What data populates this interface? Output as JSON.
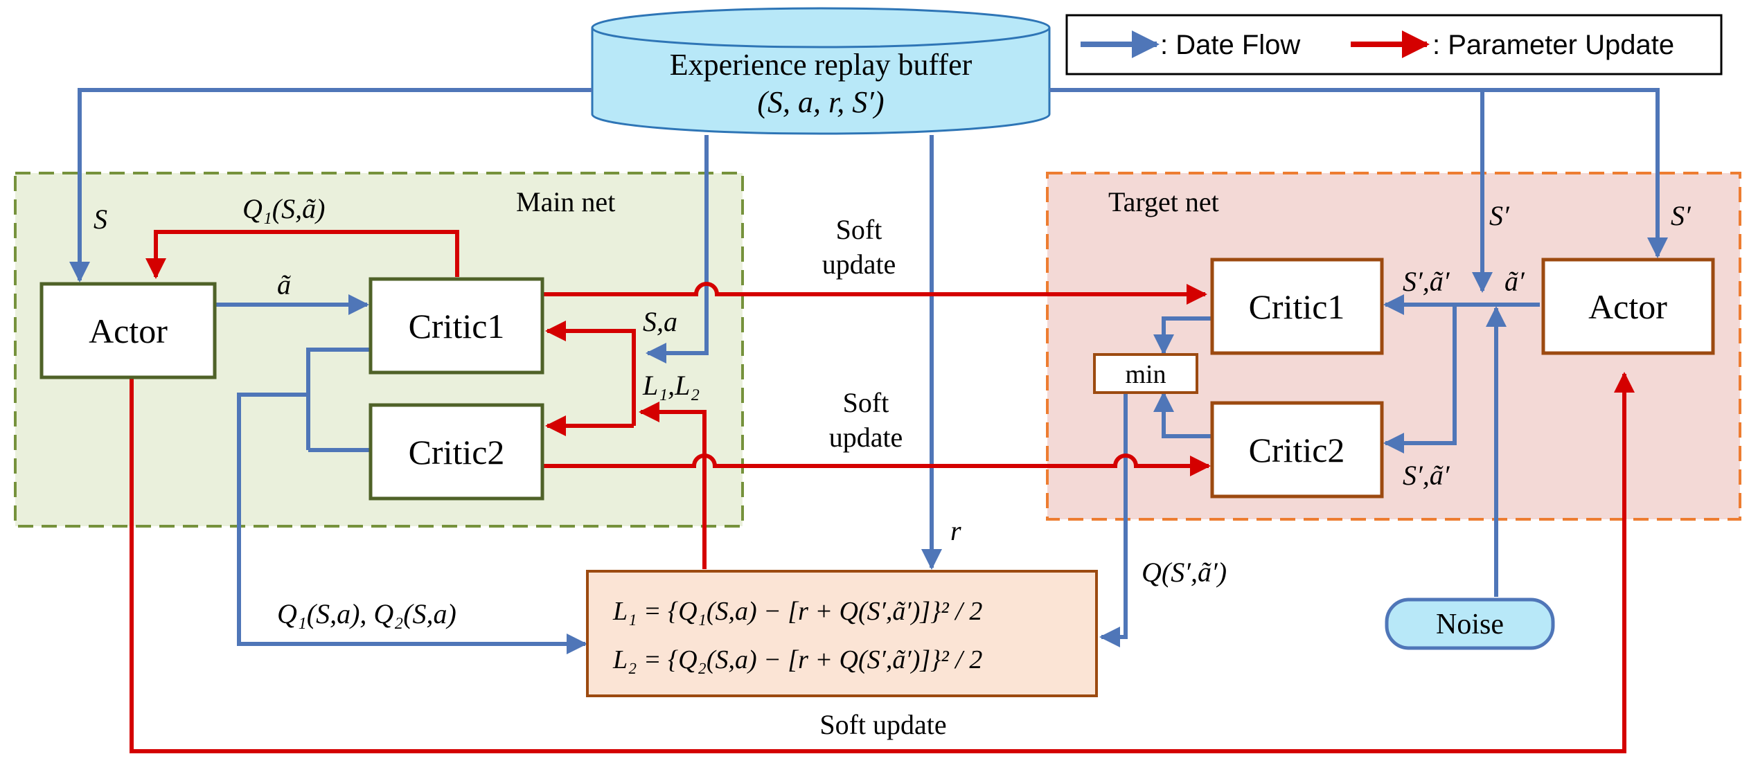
{
  "colors": {
    "data_flow": "#4f76b8",
    "param_update": "#d40000",
    "main_net_bg": "#eaf0dc",
    "main_net_border": "#76923c",
    "target_net_bg": "#f3d9d6",
    "target_net_border": "#ed7d31",
    "main_box_border": "#4f6228",
    "target_box_border": "#9c4a10",
    "buffer_fill": "#b8e8f8",
    "noise_fill": "#b8e8f8",
    "loss_fill": "#fbe4d5"
  },
  "legend": {
    "data_flow": ": Date Flow",
    "param_update": ": Parameter Update"
  },
  "buffer": {
    "line1": "Experience replay buffer",
    "line2": "(S, a, r, S′)"
  },
  "main_net": {
    "title": "Main net",
    "actor": "Actor",
    "critic1": "Critic1",
    "critic2": "Critic2"
  },
  "target_net": {
    "title": "Target net",
    "actor": "Actor",
    "critic1": "Critic1",
    "critic2": "Critic2",
    "min": "min"
  },
  "noise": "Noise",
  "loss": {
    "l1": "L₁ = {Q₁(S,a) − [r + Q(S′,ã′)]}² / 2",
    "l2": "L₂ = {Q₂(S,a) − [r + Q(S′,ã′)]}² / 2"
  },
  "labels": {
    "s_main": "S",
    "q1_s_atilde": "Q₁(S,ã)",
    "a_tilde": "ã",
    "s_a": "S,a",
    "l1_l2": "L₁,L₂",
    "soft_update_top_1": "Soft",
    "soft_update_top_2": "update",
    "soft_update_mid_1": "Soft",
    "soft_update_mid_2": "update",
    "soft_update_bottom": "Soft update",
    "r": "r",
    "q1q2": "Q₁(S,a), Q₂(S,a)",
    "q_target": "Q(S′,ã′)",
    "s_prime_1": "S′",
    "s_prime_2": "S′",
    "s_prime_a_tilde_top": "S′,ã′",
    "a_tilde_prime": "ã′",
    "s_prime_a_tilde_bottom": "S′,ã′"
  }
}
